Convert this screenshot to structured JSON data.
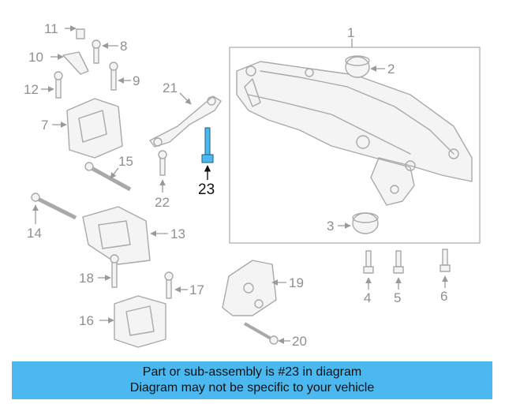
{
  "highlight_color": "#4bb8ef",
  "callouts": {
    "c1": "1",
    "c2": "2",
    "c3": "3",
    "c4": "4",
    "c5": "5",
    "c6": "6",
    "c7": "7",
    "c8": "8",
    "c9": "9",
    "c10": "10",
    "c11": "11",
    "c12": "12",
    "c13": "13",
    "c14": "14",
    "c15": "15",
    "c16": "16",
    "c17": "17",
    "c18": "18",
    "c19": "19",
    "c20": "20",
    "c21": "21",
    "c22": "22",
    "c23": "23"
  },
  "banner": {
    "line1": "Part or sub-assembly is #23 in diagram",
    "line2": "Diagram may not be specific to your vehicle"
  }
}
